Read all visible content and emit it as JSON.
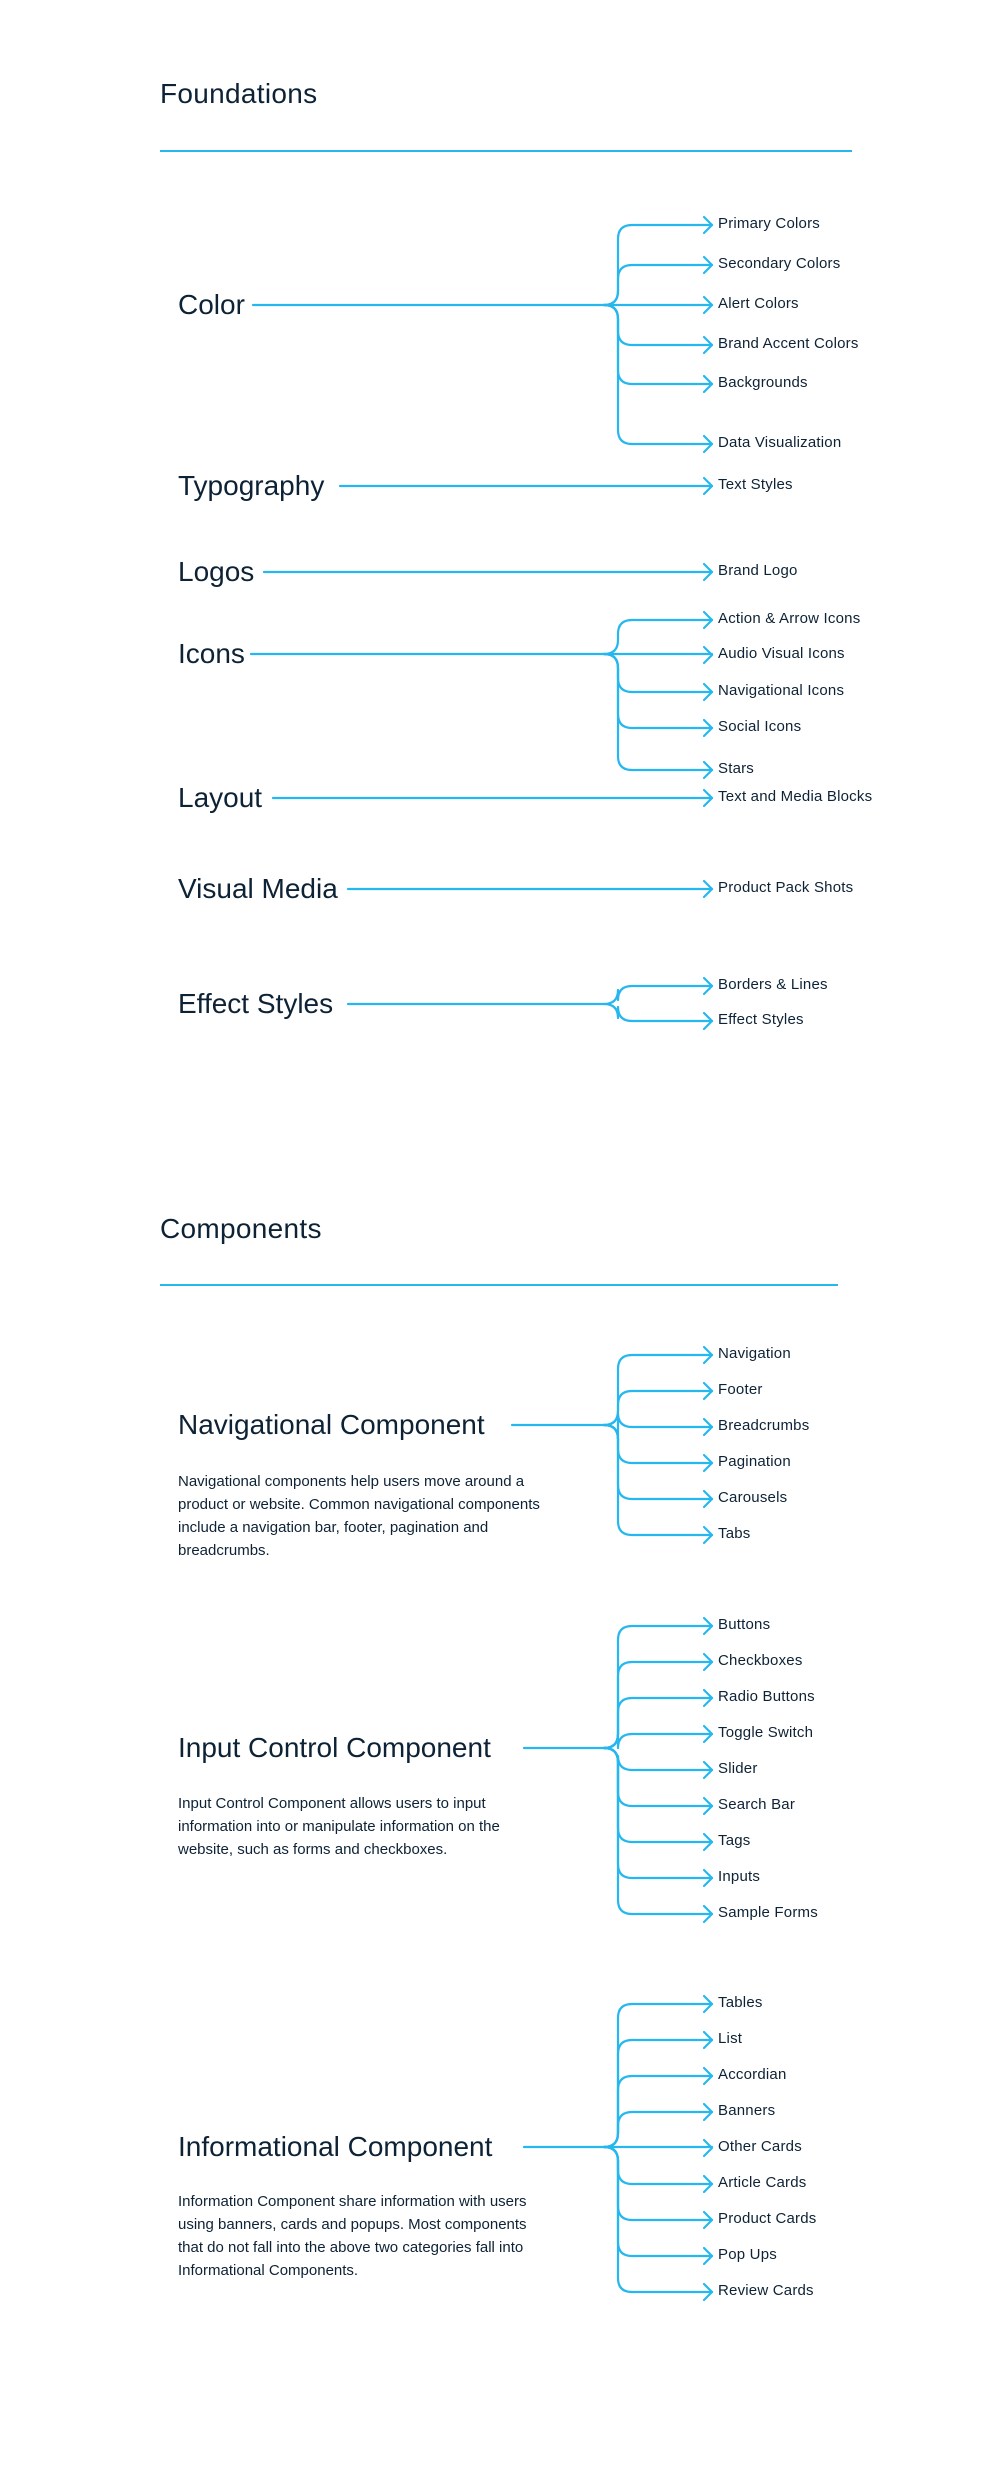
{
  "colors": {
    "line": "#27b7ef",
    "text": "#0d2235",
    "background": "#ffffff"
  },
  "foundations": {
    "title": "Foundations",
    "groups": [
      {
        "label": "Color",
        "items": [
          "Primary Colors",
          "Secondary Colors",
          "Alert Colors",
          "Brand Accent Colors",
          "Backgrounds",
          "Data Visualization"
        ]
      },
      {
        "label": "Typography",
        "items": [
          "Text Styles"
        ]
      },
      {
        "label": "Logos",
        "items": [
          "Brand Logo"
        ]
      },
      {
        "label": "Icons",
        "items": [
          "Action & Arrow Icons",
          "Audio Visual Icons",
          "Navigational Icons",
          "Social Icons",
          "Stars"
        ]
      },
      {
        "label": "Layout",
        "items": [
          "Text and Media Blocks"
        ]
      },
      {
        "label": "Visual Media",
        "items": [
          "Product Pack Shots"
        ]
      },
      {
        "label": "Effect Styles",
        "items": [
          "Borders & Lines",
          "Effect Styles"
        ]
      }
    ]
  },
  "components": {
    "title": "Components",
    "groups": [
      {
        "label": "Navigational Component",
        "description": "Navigational components help users move around a product or website. Common navigational components include a navigation bar, footer, pagination and breadcrumbs.",
        "items": [
          "Navigation",
          "Footer",
          "Breadcrumbs",
          "Pagination",
          "Carousels",
          "Tabs"
        ]
      },
      {
        "label": "Input Control Component",
        "description": "Input Control Component allows users to input information into or manipulate information on the website, such as forms and checkboxes.",
        "items": [
          "Buttons",
          "Checkboxes",
          "Radio Buttons",
          "Toggle Switch",
          "Slider",
          "Search Bar",
          "Tags",
          "Inputs",
          "Sample Forms"
        ]
      },
      {
        "label": "Informational Component",
        "description": "Information Component share information with users using banners, cards and popups. Most components that do not fall into the above two categories fall into Informational Components.",
        "items": [
          "Tables",
          "List",
          "Accordian",
          "Banners",
          "Other Cards",
          "Article Cards",
          "Product Cards",
          "Pop Ups",
          "Review Cards"
        ]
      }
    ]
  }
}
